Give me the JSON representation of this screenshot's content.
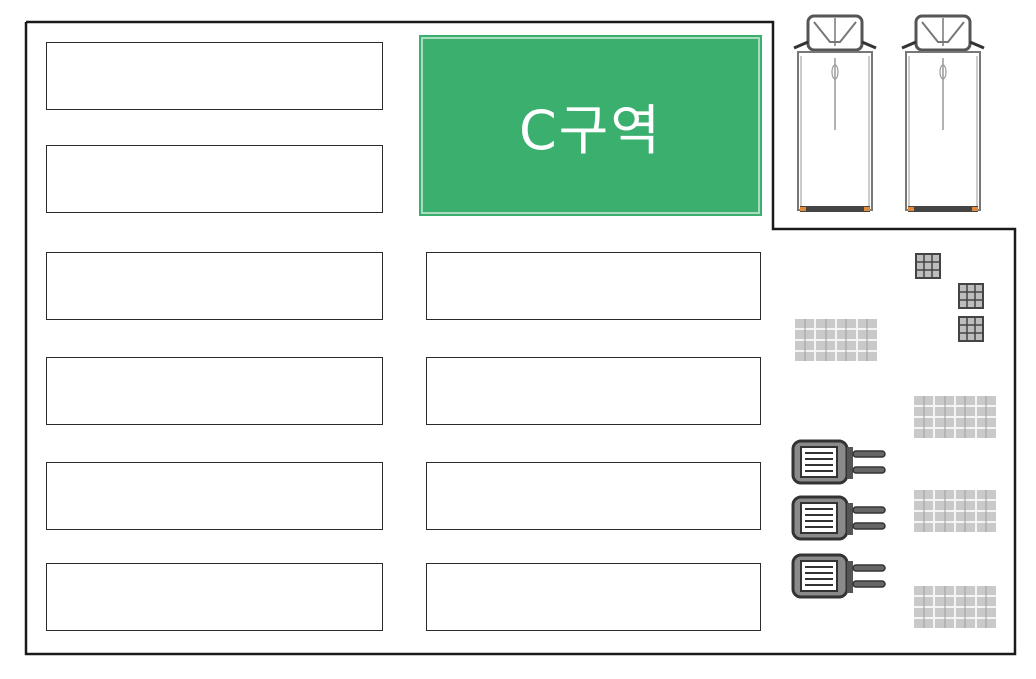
{
  "floor_plan": {
    "highlighted_zone": {
      "label": "C구역",
      "color": "#3aaf6e"
    },
    "wall_color": "#1a1a1a",
    "zones_left_column": 6,
    "zones_middle_column": 4
  },
  "icons": {
    "truck": "delivery-truck-icon",
    "forklift": "forklift-icon",
    "pallet_stack": "pallet-stack-icon",
    "small_crate": "crate-icon"
  }
}
